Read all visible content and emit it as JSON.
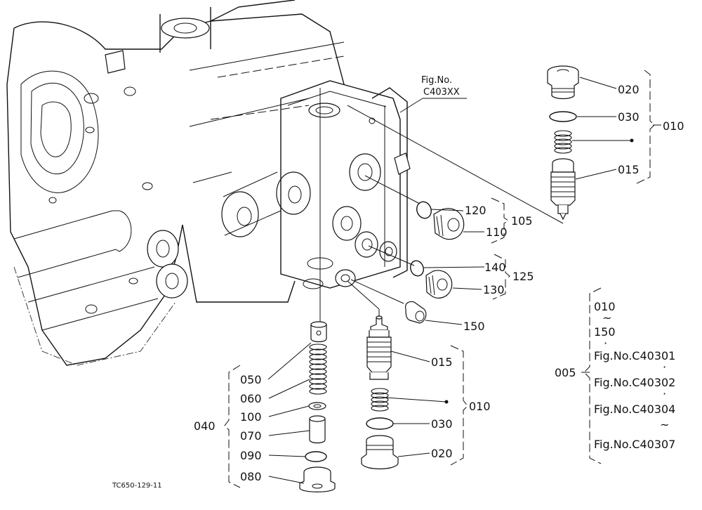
{
  "figure": {
    "ref_label": "Fig.No.",
    "ref_code": "C403XX",
    "drawing_code": "TC650-129-11"
  },
  "callouts": {
    "n020_top": "020",
    "n030_top": "030",
    "n015_top": "015",
    "n010_top": "010",
    "n120": "120",
    "n110": "110",
    "n105": "105",
    "n140": "140",
    "n130": "130",
    "n125": "125",
    "n150": "150",
    "n050": "050",
    "n060": "060",
    "n100": "100",
    "n070": "070",
    "n090": "090",
    "n080": "080",
    "n040": "040",
    "n015_low": "015",
    "n010_low": "010",
    "n030_low": "030",
    "n020_low": "020"
  },
  "set_legend": {
    "set_no": "005",
    "range_start": "010",
    "range_tilde": "~",
    "range_end": "150",
    "sep_dot": "·",
    "fig1": "Fig.No.C40301",
    "fig2": "Fig.No.C40302",
    "fig3": "Fig.No.C40304",
    "fig_tilde": "~",
    "fig4": "Fig.No.C40307"
  }
}
